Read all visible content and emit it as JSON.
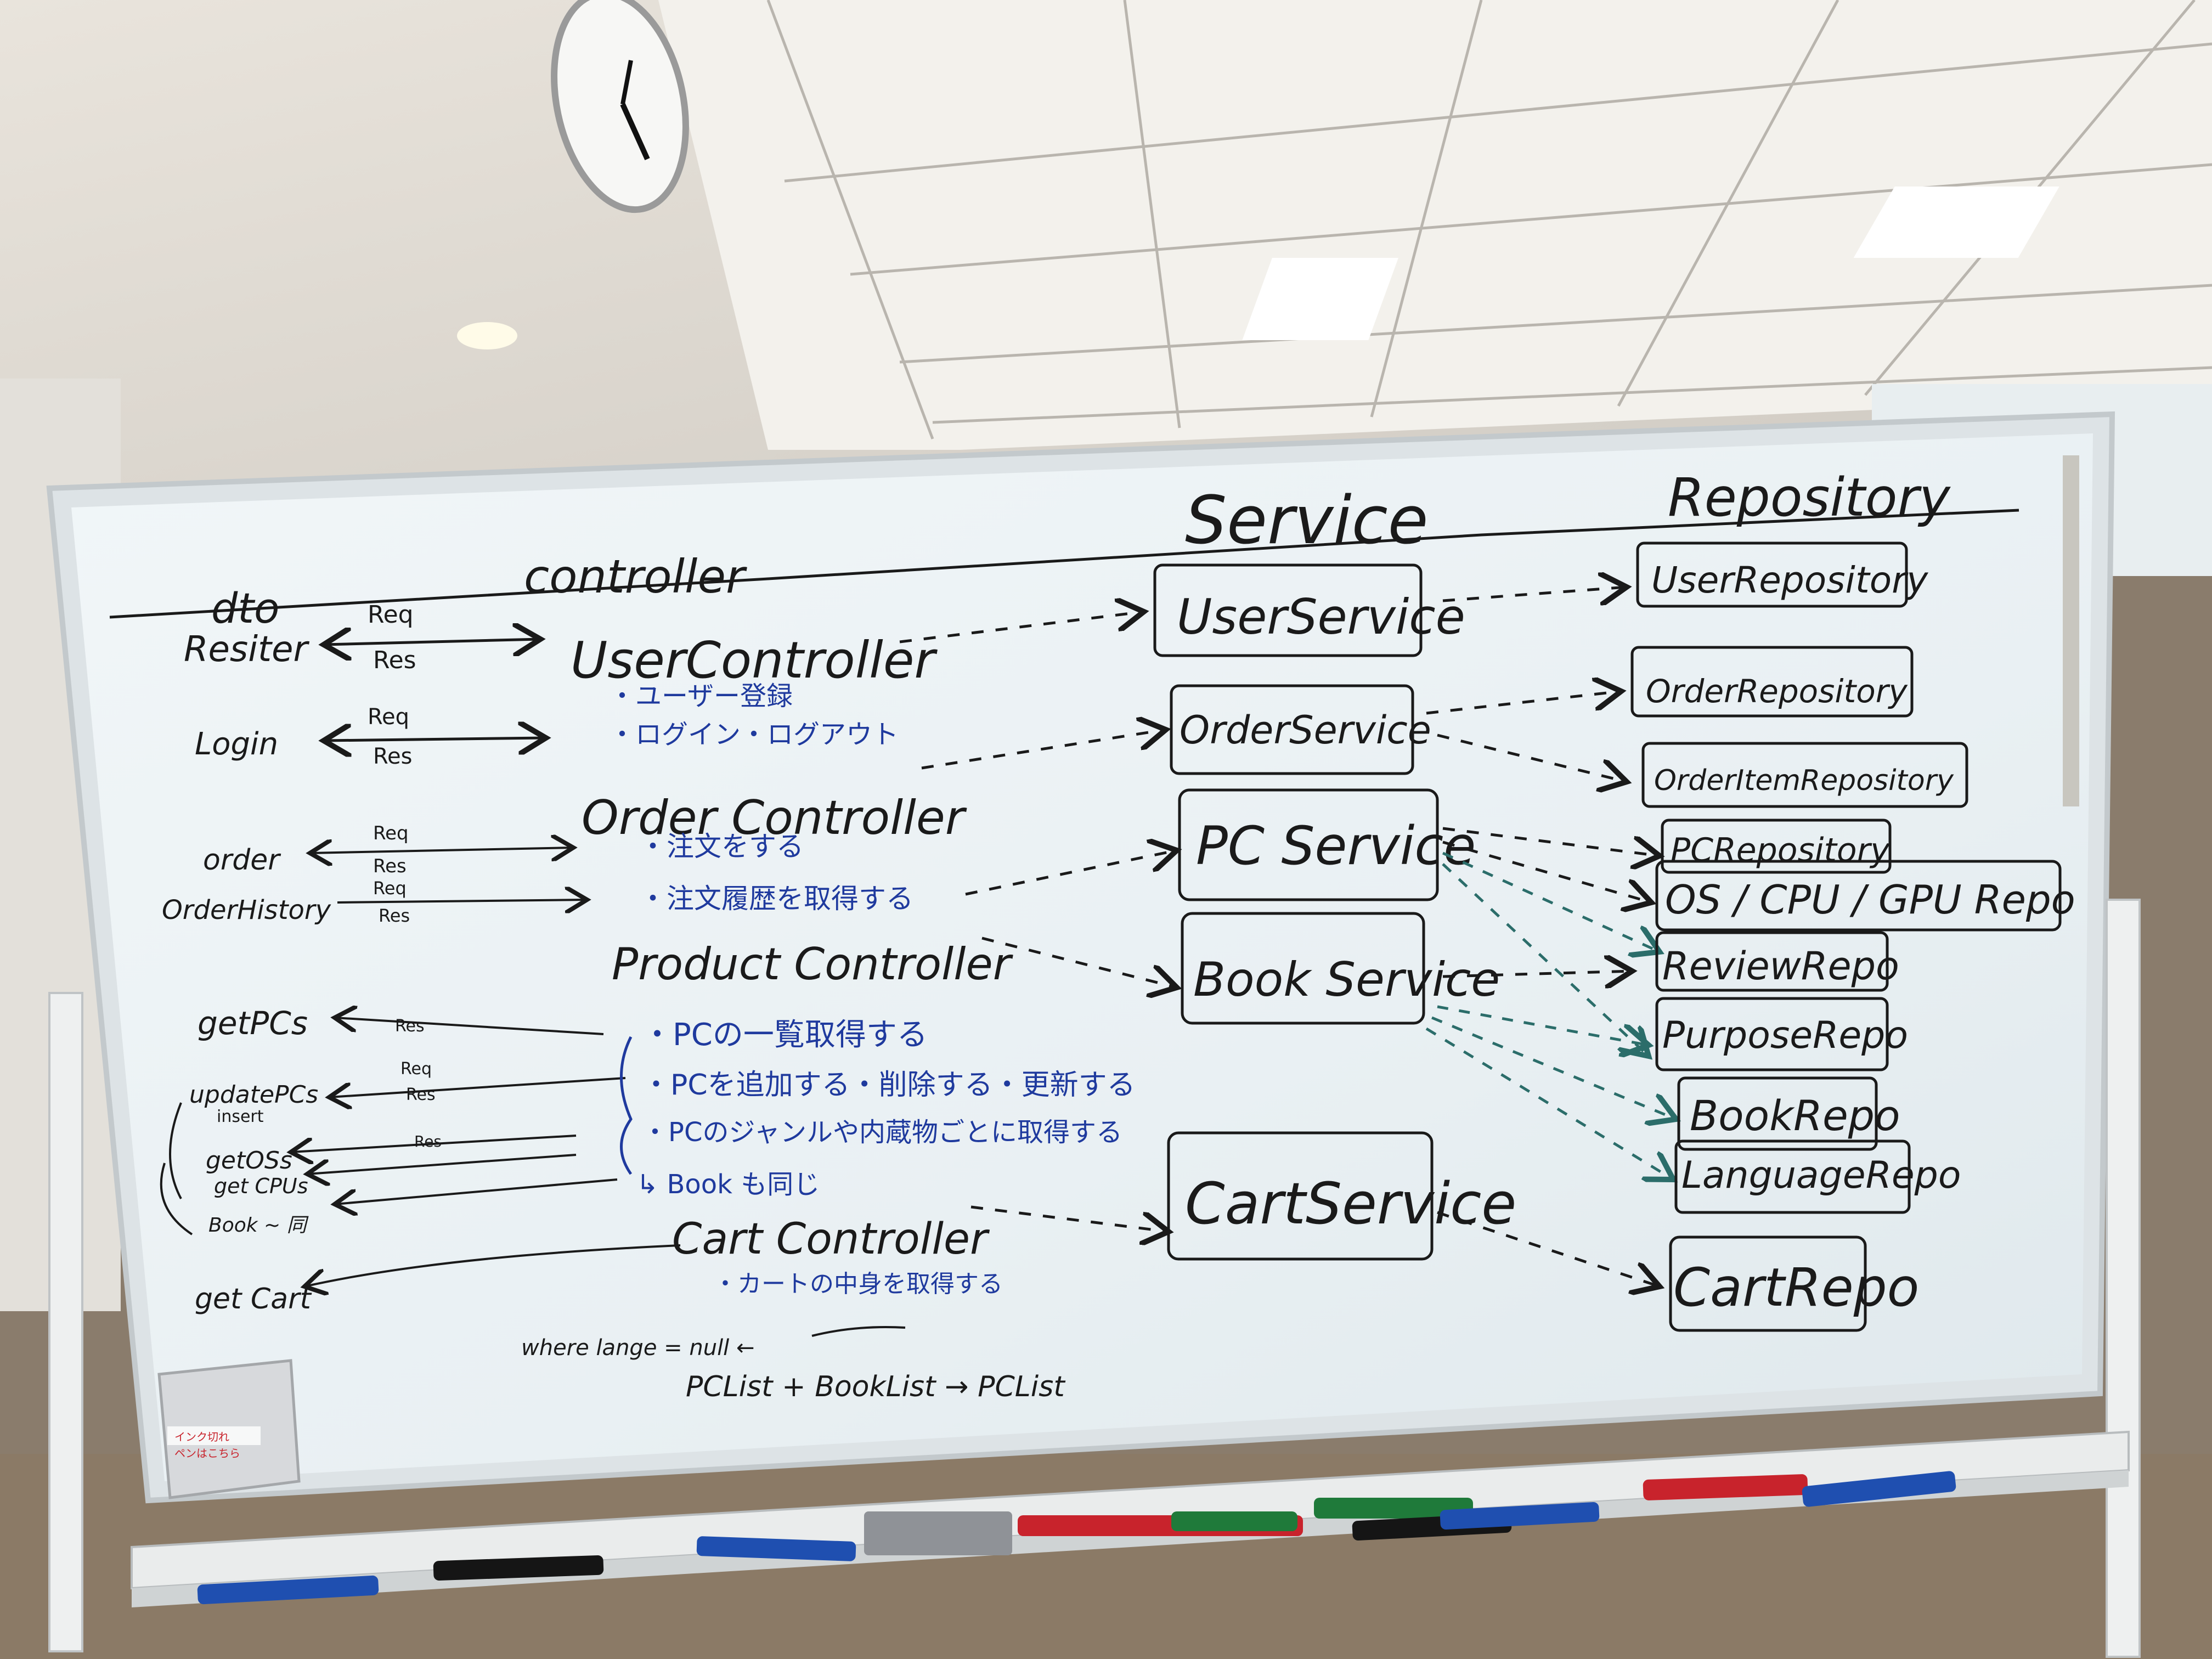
{
  "colors": {
    "marker_black": "#1a1a1a",
    "marker_blue": "#1f3a9e",
    "marker_red": "#c8232c",
    "marker_green": "#1f7a3a",
    "board_surface": "#eef3f5",
    "board_frame": "#d7dde0"
  },
  "icons": [
    "wall-clock-icon",
    "ceiling-light-icon",
    "eraser-icon",
    "marker-icon",
    "pen-holder-icon"
  ],
  "headers": {
    "dto": "dto",
    "controller": "controller",
    "service": "Service",
    "repository": "Repository"
  },
  "dto_items": {
    "register": "Resiter",
    "login": "Login",
    "order": "order",
    "order_history": "OrderHistory",
    "get_pcs": "getPCs",
    "update_pcs": "updatePCs",
    "insert": "insert",
    "get_oss": "getOSs",
    "get_cpus": "get CPUs",
    "book": "Book ~ 同",
    "get_cart": "get Cart",
    "req": "Req",
    "res": "Res"
  },
  "controllers": {
    "user": {
      "name": "UserController",
      "notes": [
        "・ユーザー登録",
        "・ログイン・ログアウト"
      ]
    },
    "order": {
      "name": "Order Controller",
      "notes": [
        "・注文をする",
        "・注文履歴を取得する"
      ]
    },
    "product": {
      "name": "Product Controller",
      "notes": [
        "・PCの一覧取得する",
        "・PCを追加する・削除する・更新する",
        "・PCのジャンルや内蔵物ごとに取得する",
        "↳ Book も同じ"
      ]
    },
    "cart": {
      "name": "Cart Controller",
      "notes": [
        "・カートの中身を取得する"
      ]
    }
  },
  "services": {
    "user": "UserService",
    "order": "OrderService",
    "pc": "PC Service",
    "book": "Book Service",
    "cart": "CartService"
  },
  "repositories": {
    "user": "UserRepository",
    "order": "OrderRepository",
    "order_item": "OrderItemRepository",
    "pc": "PCRepository",
    "os_cpu_gpu": "OS / CPU / GPU Repo",
    "review": "ReviewRepo",
    "purpose": "PurposeRepo",
    "book": "BookRepo",
    "language": "LanguageRepo",
    "cart": "CartRepo"
  },
  "notes": {
    "where_clause": "where  lange = null  ←",
    "list_merge": "PCList + BookList → PCList"
  },
  "pen_holder": {
    "line1": "インク切れ",
    "line2": "ペンはこちら"
  }
}
